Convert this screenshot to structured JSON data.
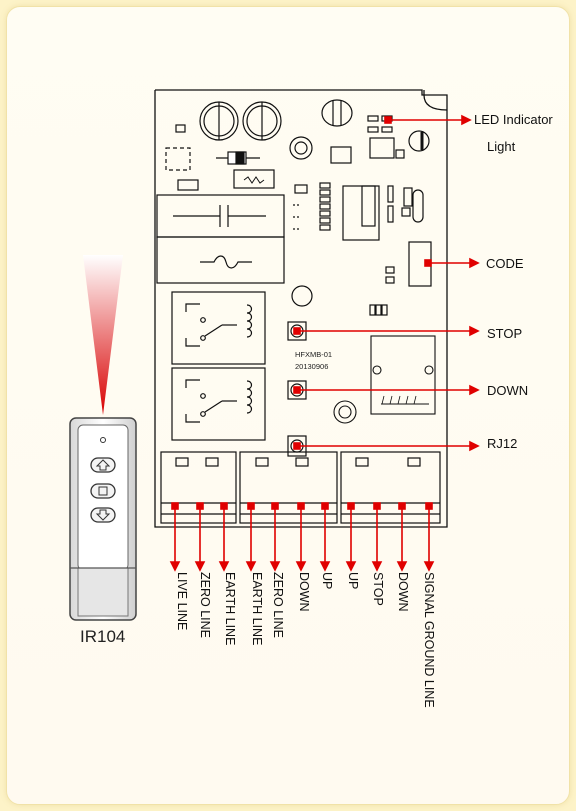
{
  "right_labels": {
    "led_line1": "LED Indicator",
    "led_line2": "Light",
    "code": "CODE",
    "stop": "STOP",
    "down": "DOWN",
    "rj12": "RJ12"
  },
  "board_text": {
    "model": "HFXMB-01",
    "date": "20130906"
  },
  "terminal_labels": [
    "LIVE LINE",
    "ZERO LINE",
    "EARTH LINE",
    "EARTH LINE",
    "ZERO LINE",
    "DOWN",
    "UP",
    "UP",
    "STOP",
    "DOWN",
    "SIGNAL GROUND LINE"
  ],
  "remote": {
    "name": "IR104",
    "buttons": [
      "up-arrow-icon",
      "stop-square-icon",
      "down-arrow-icon"
    ]
  },
  "colors": {
    "arrow": "#e00000",
    "beam_top": "#ffffff",
    "beam_bottom": "#d80000",
    "board_stroke": "#111111"
  }
}
